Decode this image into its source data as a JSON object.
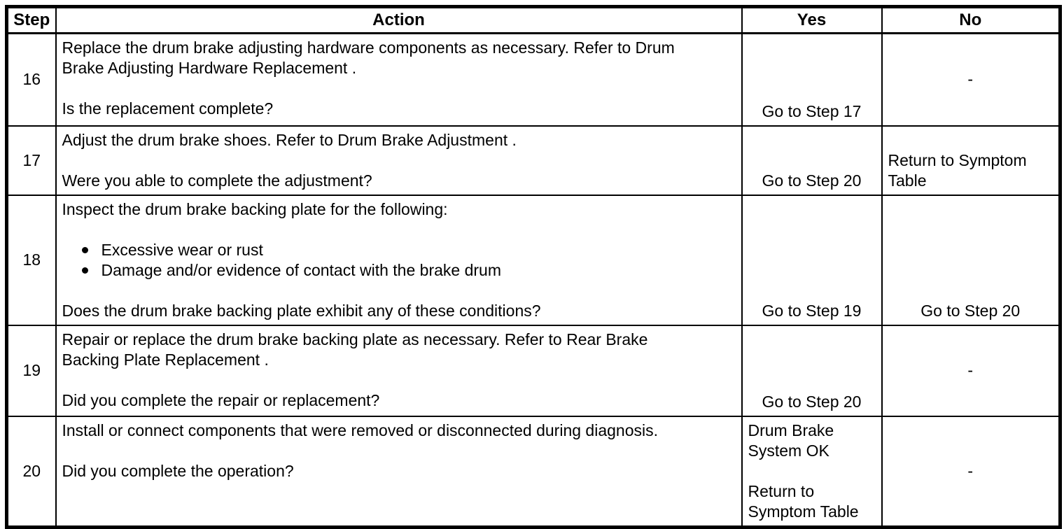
{
  "colors": {
    "border": "#000000",
    "background": "#ffffff",
    "text": "#000000"
  },
  "table": {
    "headers": {
      "step": "Step",
      "action": "Action",
      "yes": "Yes",
      "no": "No"
    },
    "rows": [
      {
        "step": "16",
        "action": "Replace the drum brake adjusting hardware components as necessary. Refer to Drum\nBrake Adjusting Hardware Replacement .\n\nIs the replacement complete?",
        "yes": "Go to Step 17",
        "no": "-"
      },
      {
        "step": "17",
        "action": "Adjust the drum brake shoes. Refer to Drum Brake Adjustment .\n\nWere you able to complete the adjustment?",
        "yes": "Go to Step 20",
        "no": "Return to Symptom\nTable"
      },
      {
        "step": "18",
        "action_intro": "Inspect the drum brake backing plate for the following:",
        "bullets": [
          "Excessive wear or rust",
          "Damage and/or evidence of contact with the brake drum"
        ],
        "action_question": "Does the drum brake backing plate exhibit any of these conditions?",
        "yes": "Go to Step 19",
        "no": "Go to Step 20"
      },
      {
        "step": "19",
        "action": "Repair or replace the drum brake backing plate as necessary. Refer to Rear Brake\nBacking Plate Replacement .\n\nDid you complete the repair or replacement?",
        "yes": "Go to Step 20",
        "no": "-"
      },
      {
        "step": "20",
        "action": "Install or connect components that were removed or disconnected during diagnosis.\n\nDid you complete the operation?",
        "yes": "Drum Brake\nSystem OK\n\nReturn to\nSymptom Table",
        "no": "-"
      }
    ]
  }
}
